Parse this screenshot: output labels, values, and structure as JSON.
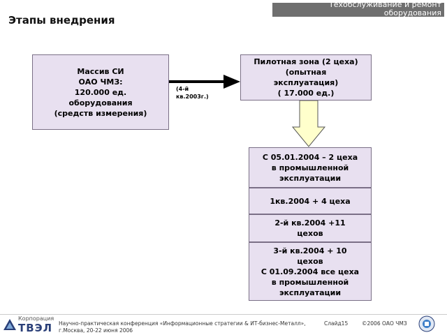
{
  "header": {
    "right_tag_lines": [
      "Техобслуживание и ремонт",
      "оборудования"
    ],
    "title": "Этапы внедрения"
  },
  "left_box": {
    "lines": [
      "Массив СИ",
      "ОАО ЧМЗ:",
      "120.000 ед.",
      "оборудования",
      "(средств измерения)"
    ]
  },
  "arrow_note": {
    "lines": [
      "(4-й",
      "кв.2003г.)"
    ]
  },
  "pilot_box": {
    "lines": [
      "Пилотная зона (2 цеха)",
      "(опытная",
      "эксплуатация)",
      "( 17.000 ед.)"
    ]
  },
  "stages": [
    {
      "lines": [
        "С 05.01.2004 – 2 цеха",
        "в промышленной",
        "эксплуатации"
      ]
    },
    {
      "lines": [
        "1кв.2004 + 4 цеха"
      ]
    },
    {
      "lines": [
        "2-й кв.2004 +11",
        "цехов"
      ]
    },
    {
      "lines": [
        "3-й кв.2004 + 10",
        "цехов",
        "С 01.09.2004 все цеха",
        "в промышленной",
        "эксплуатации"
      ]
    }
  ],
  "footer": {
    "logo_small": "Корпорация",
    "logo_big": "ТВЭЛ",
    "conference_lines": [
      "Научно-практическая конференция «Информационные стратегии & ИТ-бизнес-Металл»,",
      "г.Москва, 20-22 июня 2006"
    ],
    "slide_label": "Слайд15",
    "copyright": "©2006 ОАО ЧМЗ"
  },
  "colors": {
    "box_fill": "#e8e0f0",
    "box_border": "#7a6f86",
    "header_bar": "#6f6f6f",
    "down_arrow_fill": "#ffffcc",
    "logo_blue": "#2a3f78"
  }
}
